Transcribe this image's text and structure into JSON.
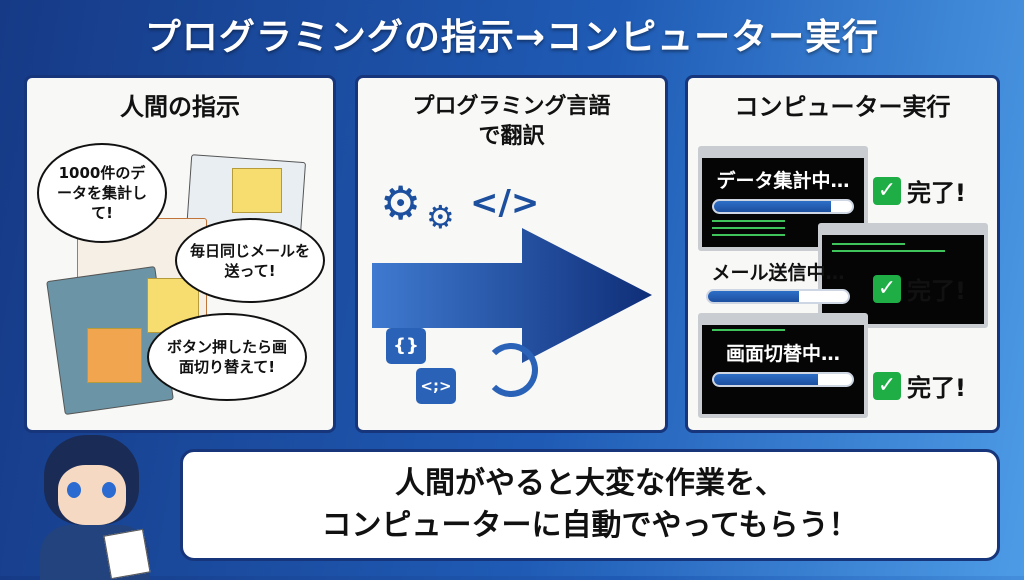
{
  "title": "プログラミングの指示→コンピューター実行",
  "panels": {
    "human": {
      "heading": "人間の指示",
      "bubbles": [
        "1000件のデータを集計して!",
        "毎日同じメールを送って!",
        "ボタン押したら画面切り替えて!"
      ]
    },
    "translate": {
      "heading_line1": "プログラミング言語",
      "heading_line2": "で翻訳",
      "code_icon": "</>",
      "braces_icon": "{}",
      "semicolon_icon": "<;>"
    },
    "execute": {
      "heading": "コンピューター実行",
      "tasks": [
        {
          "label": "データ集計中…",
          "progress": 0.85,
          "status": "完了!"
        },
        {
          "label": "メール送信中…",
          "progress": 0.65,
          "status": "完了!"
        },
        {
          "label": "画面切替中…",
          "progress": 0.75,
          "status": "完了!"
        }
      ]
    }
  },
  "message": {
    "line1": "人間がやると大変な作業を、",
    "line2": "コンピューターに自動でやってもらう！"
  },
  "colors": {
    "accent": "#17357a",
    "check": "#1fae45",
    "progress": "#2d6fc7"
  }
}
